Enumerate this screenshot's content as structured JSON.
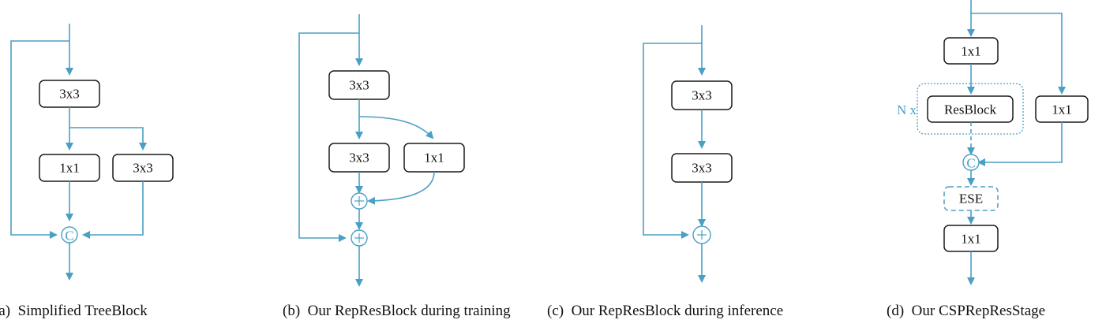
{
  "figure": {
    "colors": {
      "arrow": "#4a9fc4",
      "box_border": "#1a1a1a",
      "text": "#111111"
    },
    "panels": [
      {
        "id": "a",
        "caption": "(a)  Simplified TreeBlock",
        "nodes": {
          "conv_top": "3x3",
          "conv_left": "1x1",
          "conv_right": "3x3",
          "merge": "C"
        }
      },
      {
        "id": "b",
        "caption": "(b)  Our RepResBlock during training",
        "nodes": {
          "conv_top": "3x3",
          "conv_left": "3x3",
          "conv_right": "1x1",
          "add_inner": "+",
          "add_outer": "+"
        }
      },
      {
        "id": "c",
        "caption": "(c)  Our RepResBlock during inference",
        "nodes": {
          "conv_top": "3x3",
          "conv_bottom": "3x3",
          "add": "+"
        }
      },
      {
        "id": "d",
        "caption": "(d)  Our CSPRepResStage",
        "repeat_label": "N x",
        "nodes": {
          "conv_in": "1x1",
          "resblock": "ResBlock",
          "conv_side": "1x1",
          "concat": "C",
          "ese": "ESE",
          "conv_out": "1x1"
        }
      }
    ]
  }
}
